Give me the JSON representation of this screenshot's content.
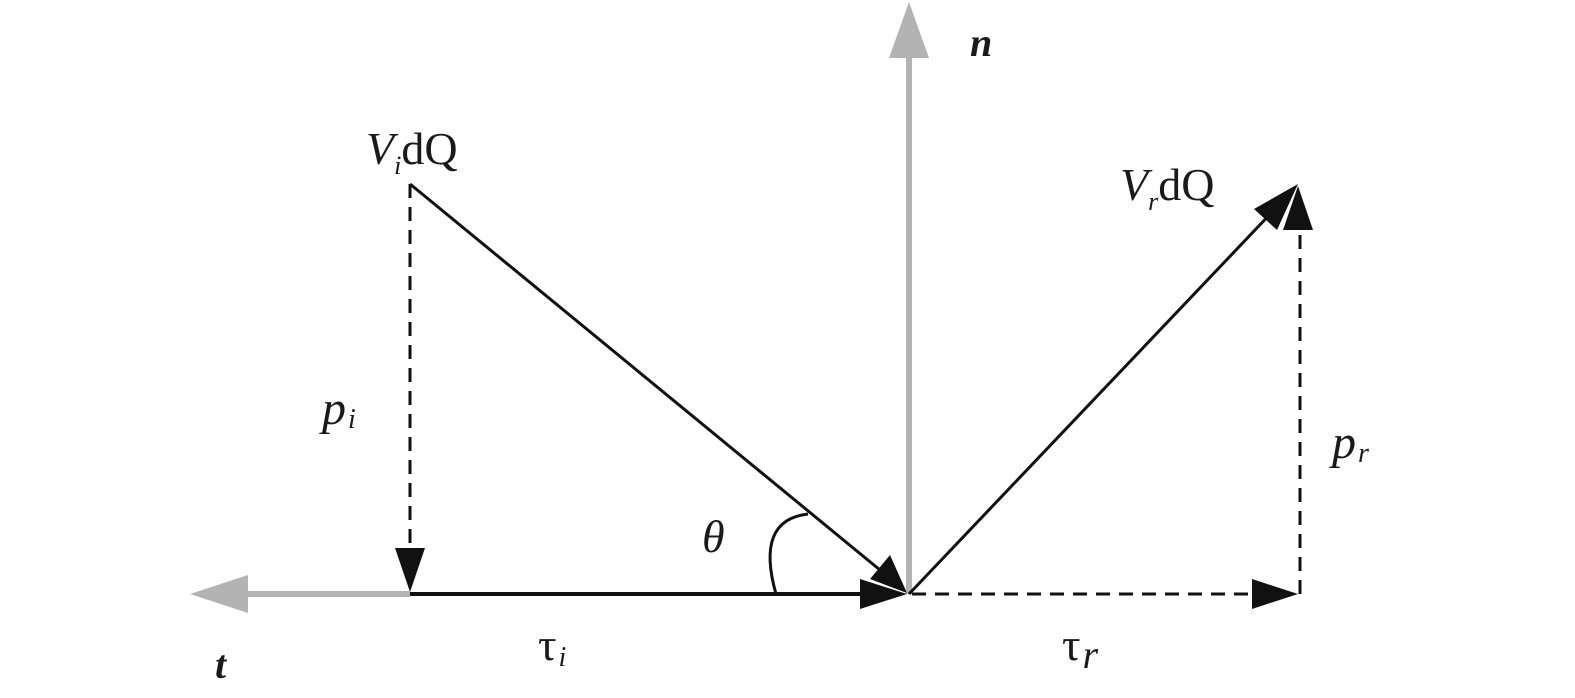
{
  "colors": {
    "axis": "#b3b3b3",
    "vector": "#111111"
  },
  "axes": {
    "normal": {
      "symbol": "n"
    },
    "tangent": {
      "symbol": "t"
    }
  },
  "labels": {
    "incident": {
      "base": "V",
      "sub": "i",
      "tail": "dQ"
    },
    "reflected": {
      "base": "V",
      "sub": "r",
      "tail": "dQ"
    },
    "p_i": {
      "base": "p",
      "sub": "i"
    },
    "p_r": {
      "base": "p",
      "sub": "r"
    },
    "tau_i": {
      "base": "τ",
      "sub": "i"
    },
    "tau_r": {
      "base": "τ",
      "sub": "r"
    },
    "angle": {
      "symbol": "θ"
    }
  }
}
